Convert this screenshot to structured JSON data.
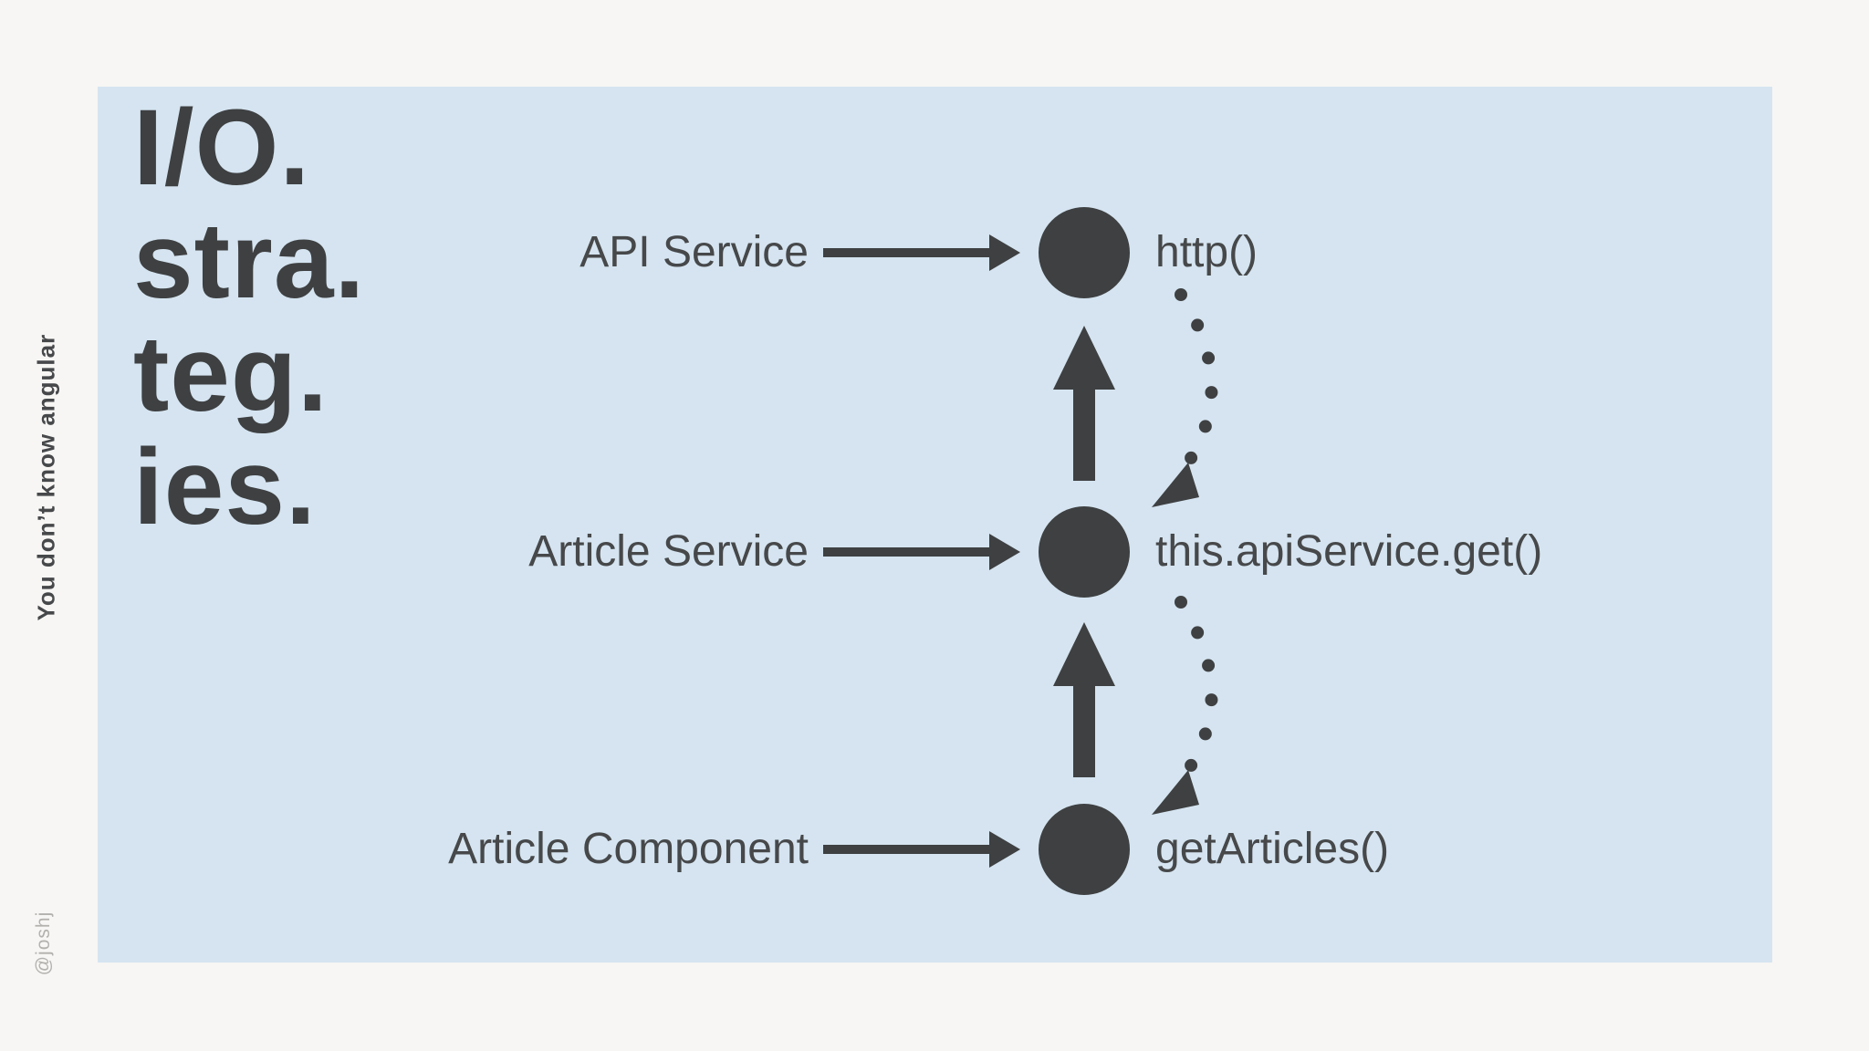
{
  "theme": {
    "background": "#f7f6f4",
    "panel": "#d5e4f0",
    "ink": "#3e4042",
    "text": "#46484a",
    "muted": "#b3b1ae"
  },
  "title": {
    "lines": [
      "I/O.",
      "stra.",
      "teg.",
      "ies."
    ]
  },
  "sidebar": {
    "tagline": "You don’t know angular",
    "handle": "@joshj"
  },
  "diagram": {
    "rows": [
      {
        "label": "API Service",
        "code": "http()"
      },
      {
        "label": "Article Service",
        "code": "this.apiService.get()"
      },
      {
        "label": "Article Component",
        "code": "getArticles()"
      }
    ],
    "icons": {
      "node": "filled-circle-icon",
      "flow": "right-arrow-icon",
      "upward": "up-arrow-icon",
      "return": "dotted-curve-arrow-icon"
    }
  }
}
